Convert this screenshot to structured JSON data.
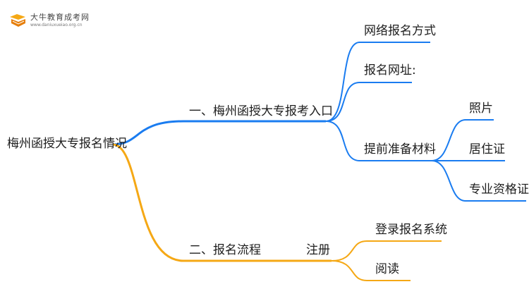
{
  "logo": {
    "title": "大牛教育成考网",
    "url": "www.daniuxueiao.org.cn"
  },
  "root": "梅州函授大专报名情况",
  "branch1": {
    "label": "一、梅州函授大专报考入口",
    "children": [
      "网络报名方式",
      "报名网址:",
      "提前准备材料"
    ],
    "materials": [
      "照片",
      "居住证",
      "专业资格证"
    ]
  },
  "branch2": {
    "label": "二、报名流程",
    "sub_label": "注册",
    "children": [
      "登录报名系统",
      "阅读"
    ]
  },
  "colors": {
    "blue": "#1a7cf0",
    "orange": "#f5a815"
  }
}
